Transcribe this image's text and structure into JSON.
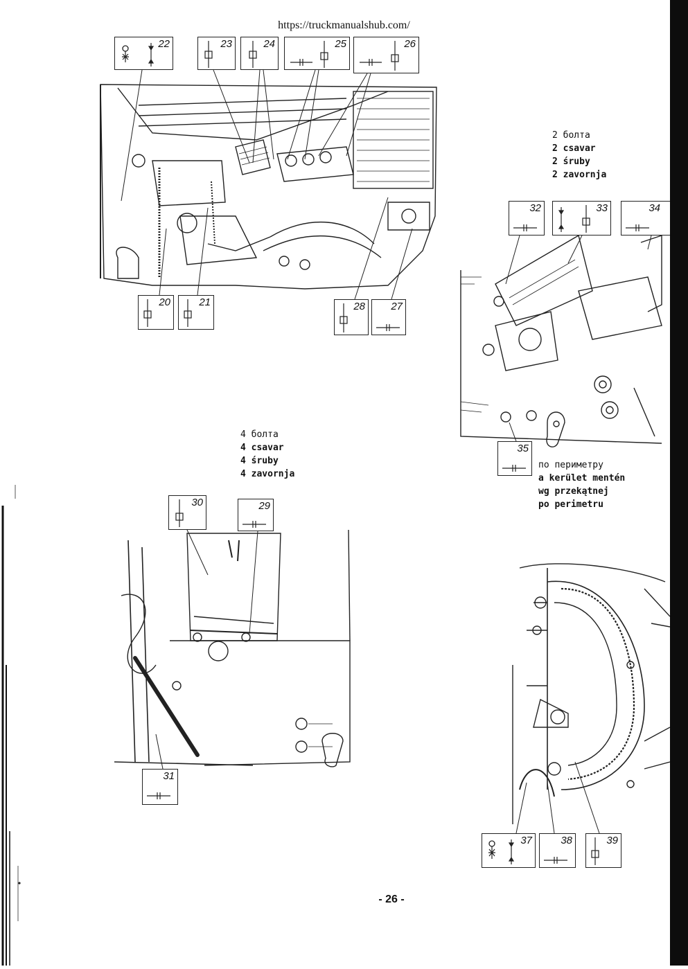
{
  "header": {
    "url": "https://truckmanualshub.com/"
  },
  "page_number": "- 26 -",
  "caption_top_right": [
    "2 болта",
    "2 csavar",
    "2 śruby",
    "2 zavornja"
  ],
  "caption_middle": [
    "4 болта",
    "4 csavar",
    "4 śruby",
    "4 zavornja"
  ],
  "caption_perimeter": [
    "по периметру",
    "a kerület mentén",
    "wg przekątnej",
    "po perimetru"
  ],
  "symbols": {
    "s20": "20",
    "s21": "21",
    "s22": "22",
    "s23": "23",
    "s24": "24",
    "s25": "25",
    "s26": "26",
    "s27": "27",
    "s28": "28",
    "s29": "29",
    "s30": "30",
    "s31": "31",
    "s32": "32",
    "s33": "33",
    "s34": "34",
    "s35": "35",
    "s37": "37",
    "s38": "38",
    "s39": "39"
  }
}
